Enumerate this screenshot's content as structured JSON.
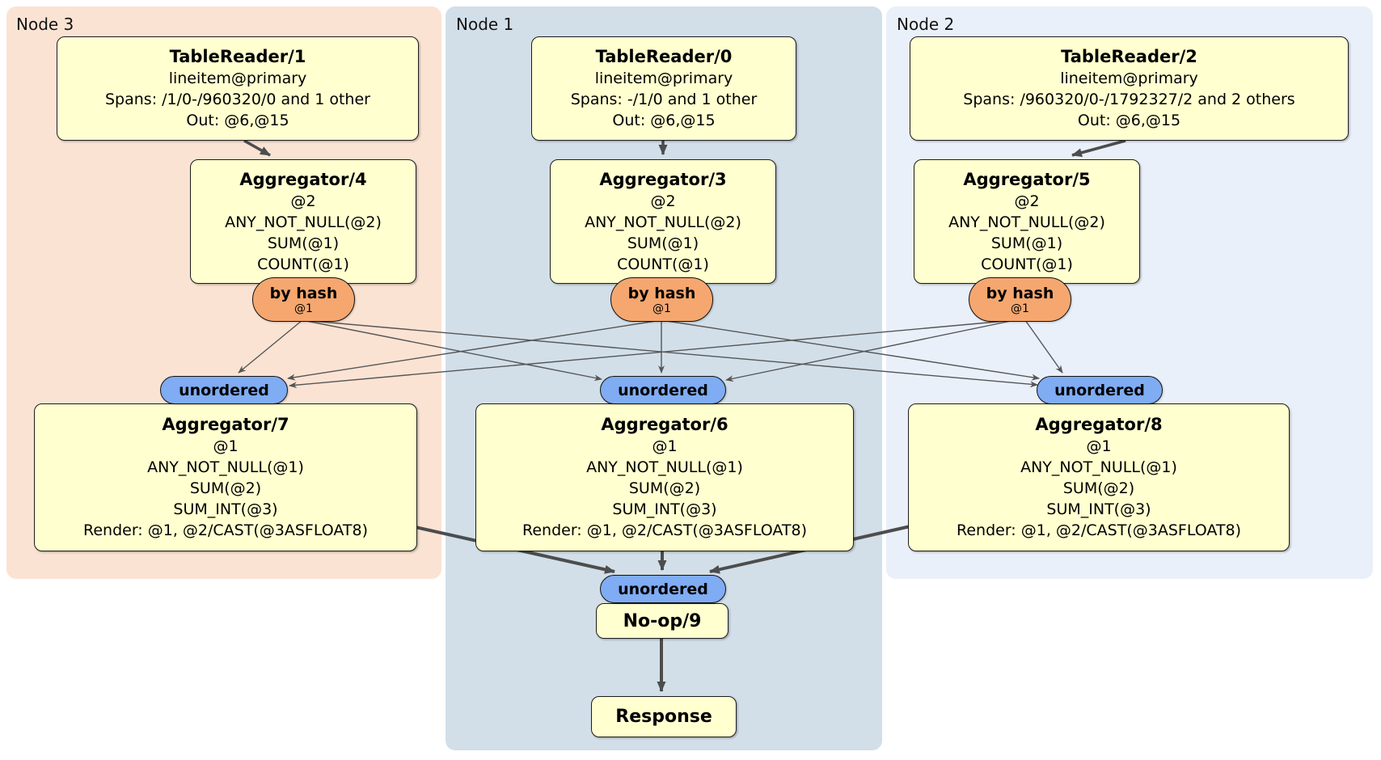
{
  "groups": {
    "node3": {
      "label": "Node 3"
    },
    "node1": {
      "label": "Node 1"
    },
    "node2": {
      "label": "Node 2"
    }
  },
  "processors": {
    "tablereader1": {
      "title": "TableReader/1",
      "lines": [
        "lineitem@primary",
        "Spans: /1/0-/960320/0 and 1 other",
        "Out: @6,@15"
      ]
    },
    "tablereader0": {
      "title": "TableReader/0",
      "lines": [
        "lineitem@primary",
        "Spans: -/1/0 and 1 other",
        "Out: @6,@15"
      ]
    },
    "tablereader2": {
      "title": "TableReader/2",
      "lines": [
        "lineitem@primary",
        "Spans: /960320/0-/1792327/2 and 2 others",
        "Out: @6,@15"
      ]
    },
    "aggregator4": {
      "title": "Aggregator/4",
      "lines": [
        "@2",
        "ANY_NOT_NULL(@2)",
        "SUM(@1)",
        "COUNT(@1)"
      ]
    },
    "aggregator3": {
      "title": "Aggregator/3",
      "lines": [
        "@2",
        "ANY_NOT_NULL(@2)",
        "SUM(@1)",
        "COUNT(@1)"
      ]
    },
    "aggregator5": {
      "title": "Aggregator/5",
      "lines": [
        "@2",
        "ANY_NOT_NULL(@2)",
        "SUM(@1)",
        "COUNT(@1)"
      ]
    },
    "aggregator7": {
      "title": "Aggregator/7",
      "lines": [
        "@1",
        "ANY_NOT_NULL(@1)",
        "SUM(@2)",
        "SUM_INT(@3)",
        "Render: @1, @2/CAST(@3ASFLOAT8)"
      ]
    },
    "aggregator6": {
      "title": "Aggregator/6",
      "lines": [
        "@1",
        "ANY_NOT_NULL(@1)",
        "SUM(@2)",
        "SUM_INT(@3)",
        "Render: @1, @2/CAST(@3ASFLOAT8)"
      ]
    },
    "aggregator8": {
      "title": "Aggregator/8",
      "lines": [
        "@1",
        "ANY_NOT_NULL(@1)",
        "SUM(@2)",
        "SUM_INT(@3)",
        "Render: @1, @2/CAST(@3ASFLOAT8)"
      ]
    },
    "noop9": {
      "title": "No-op/9"
    },
    "response": {
      "title": "Response"
    }
  },
  "routers": {
    "byhash4": {
      "label": "by hash",
      "detail": "@1"
    },
    "byhash3": {
      "label": "by hash",
      "detail": "@1"
    },
    "byhash5": {
      "label": "by hash",
      "detail": "@1"
    }
  },
  "streams": {
    "unordered7": {
      "label": "unordered"
    },
    "unordered6": {
      "label": "unordered"
    },
    "unordered8": {
      "label": "unordered"
    },
    "unordered9": {
      "label": "unordered"
    }
  },
  "edges": [
    {
      "from": "tablereader1",
      "to": "aggregator4"
    },
    {
      "from": "tablereader0",
      "to": "aggregator3"
    },
    {
      "from": "tablereader2",
      "to": "aggregator5"
    },
    {
      "from": "byhash4",
      "to": "unordered7"
    },
    {
      "from": "byhash4",
      "to": "unordered6"
    },
    {
      "from": "byhash4",
      "to": "unordered8"
    },
    {
      "from": "byhash3",
      "to": "unordered7"
    },
    {
      "from": "byhash3",
      "to": "unordered6"
    },
    {
      "from": "byhash3",
      "to": "unordered8"
    },
    {
      "from": "byhash5",
      "to": "unordered7"
    },
    {
      "from": "byhash5",
      "to": "unordered6"
    },
    {
      "from": "byhash5",
      "to": "unordered8"
    },
    {
      "from": "aggregator7",
      "to": "unordered9"
    },
    {
      "from": "aggregator6",
      "to": "unordered9"
    },
    {
      "from": "aggregator8",
      "to": "unordered9"
    },
    {
      "from": "noop9",
      "to": "response"
    }
  ],
  "colors": {
    "node3_bg": "#FBE3D4",
    "node1_bg": "#D2DFE9",
    "node2_bg": "#EAF0FA",
    "processor_bg": "#FFFFD0",
    "router_bg": "#F5A76F",
    "stream_bg": "#7FACF2",
    "edge": "#4D4D4D"
  }
}
